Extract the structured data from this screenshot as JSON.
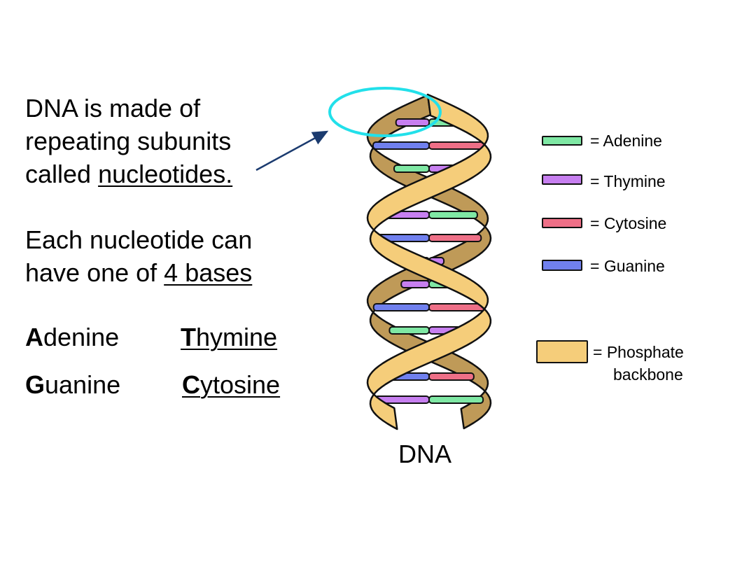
{
  "intro": {
    "line1": "DNA is made of",
    "line2": "repeating subunits",
    "line3_prefix": "called ",
    "line3_term": "nucleotides. ",
    "line4": "Each nucleotide can",
    "line5_prefix": "have one of ",
    "line5_term": "4 bases"
  },
  "bases": {
    "adenine": {
      "initial": "A",
      "rest": "denine"
    },
    "thymine": {
      "initial": "T",
      "rest": "hymine"
    },
    "guanine": {
      "initial": "G",
      "rest": "uanine"
    },
    "cytosine": {
      "initial": "C",
      "rest": "ytosine"
    }
  },
  "legend": [
    {
      "label": "= Adenine",
      "color": "#7fe8a4"
    },
    {
      "label": "= Thymine",
      "color": "#c77ff0"
    },
    {
      "label": "= Cytosine",
      "color": "#ee6f87"
    },
    {
      "label": "= Guanine",
      "color": "#7080ee"
    }
  ],
  "backbone": {
    "line1": "= Phosphate",
    "line2": "backbone",
    "color": "#f5cd7a",
    "back_color": "#bf9a58"
  },
  "caption": "DNA",
  "highlight_color": "#22e0ea",
  "arrow_color": "#1b3b6f"
}
